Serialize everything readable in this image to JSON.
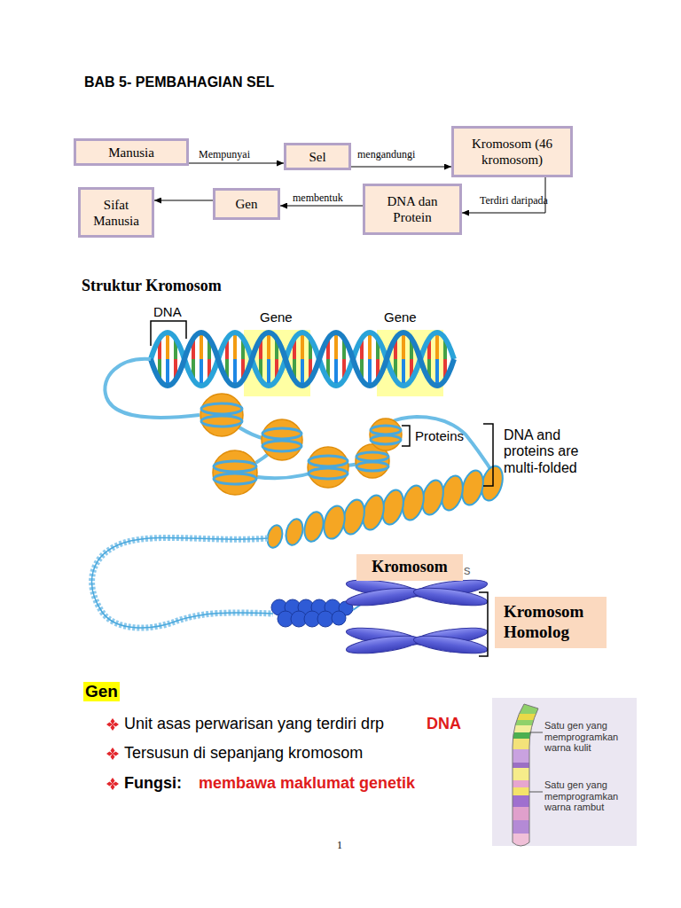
{
  "diagram": {
    "title": "BAB 5- PEMBAHAGIAN SEL",
    "nodes": [
      {
        "text": [
          "Manusia"
        ]
      },
      {
        "text": [
          "Sel"
        ]
      },
      {
        "text": [
          "Kromosom (46 kromosom)"
        ]
      },
      {
        "text": [
          "Sifat Manusia"
        ]
      },
      {
        "text": [
          "Gen"
        ]
      },
      {
        "text": [
          "DNA dan Protein"
        ]
      },
      {
        "text": [
          "Kromosom"
        ]
      },
      {
        "text": [
          "Kromosom Homolog"
        ]
      }
    ],
    "edges": [
      {
        "from": 0,
        "to": 1,
        "label": "Mempunyai",
        "arrow": "to"
      },
      {
        "from": 1,
        "to": 2,
        "label": "mengandungi",
        "arrow": "to"
      },
      {
        "from": 2,
        "to": 5,
        "label": "Terdiri daripada",
        "arrow": "to"
      },
      {
        "from": 5,
        "to": 4,
        "label": "membentuk",
        "arrow": "to"
      },
      {
        "from": 4,
        "to": 3,
        "arrow": "to"
      }
    ],
    "labels": [
      "Struktur Kromosom",
      "DNA",
      "Gene",
      "Gene",
      "Proteins",
      "DNA and proteins are multi-folded",
      "s",
      "Gen",
      "Unit asas perwarisan yang terdiri drp",
      "DNA",
      "Tersusun di sepanjang kromosom",
      "Fungsi:",
      "membawa maklumat genetik",
      "Satu gen yang memprogramkan warna kulit",
      "Satu gen yang memprogramkan warna rambut",
      "1"
    ]
  }
}
